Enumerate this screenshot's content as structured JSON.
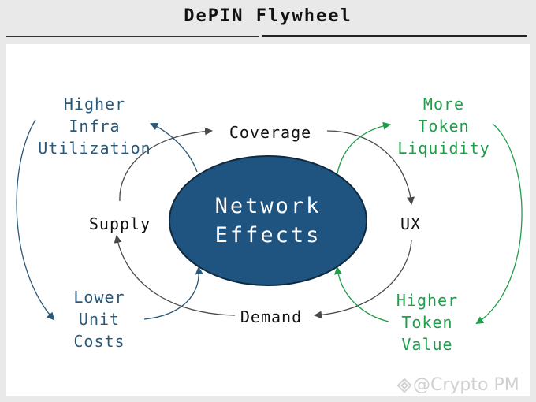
{
  "title": "DePIN Flywheel",
  "center": {
    "label": "Network\nEffects",
    "fill": "#1f5480"
  },
  "nodes": {
    "coverage": "Coverage",
    "ux": "UX",
    "demand": "Demand",
    "supply": "Supply"
  },
  "outer": {
    "higher_infra_utilization": "Higher\nInfra\nUtilization",
    "lower_unit_costs": "Lower\nUnit\nCosts",
    "more_token_liquidity": "More\nToken\nLiquidity",
    "higher_token_value": "Higher\nToken\nValue"
  },
  "colors": {
    "blue": "#2a5878",
    "green": "#1f9e4a",
    "gray_arrow": "#4a4a4a"
  },
  "watermark": "@Crypto PM"
}
